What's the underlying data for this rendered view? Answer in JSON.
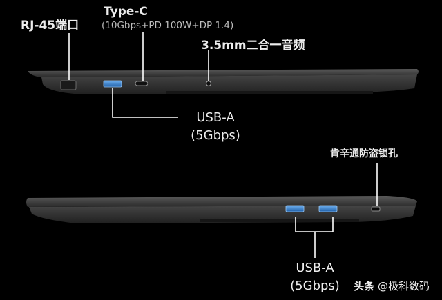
{
  "top_view": {
    "rj45_label": "RJ-45端口",
    "typec_label": "Type-C",
    "typec_spec": "(10Gbps+PD 100W+DP 1.4)",
    "audio_label": "3.5mm二合一音频",
    "usb_label": "USB-A",
    "usb_spec": "(5Gbps)"
  },
  "bottom_view": {
    "lock_label": "肯辛通防盗锁孔",
    "usb_label": "USB-A",
    "usb_spec": "(5Gbps)"
  },
  "watermark": {
    "prefix": "头条",
    "handle": "@极科数码"
  },
  "colors": {
    "background": "#000000",
    "chassis": "#3a3a3a",
    "usb_port_blue": "#2f7fd0",
    "leader_line": "#ffffff"
  }
}
